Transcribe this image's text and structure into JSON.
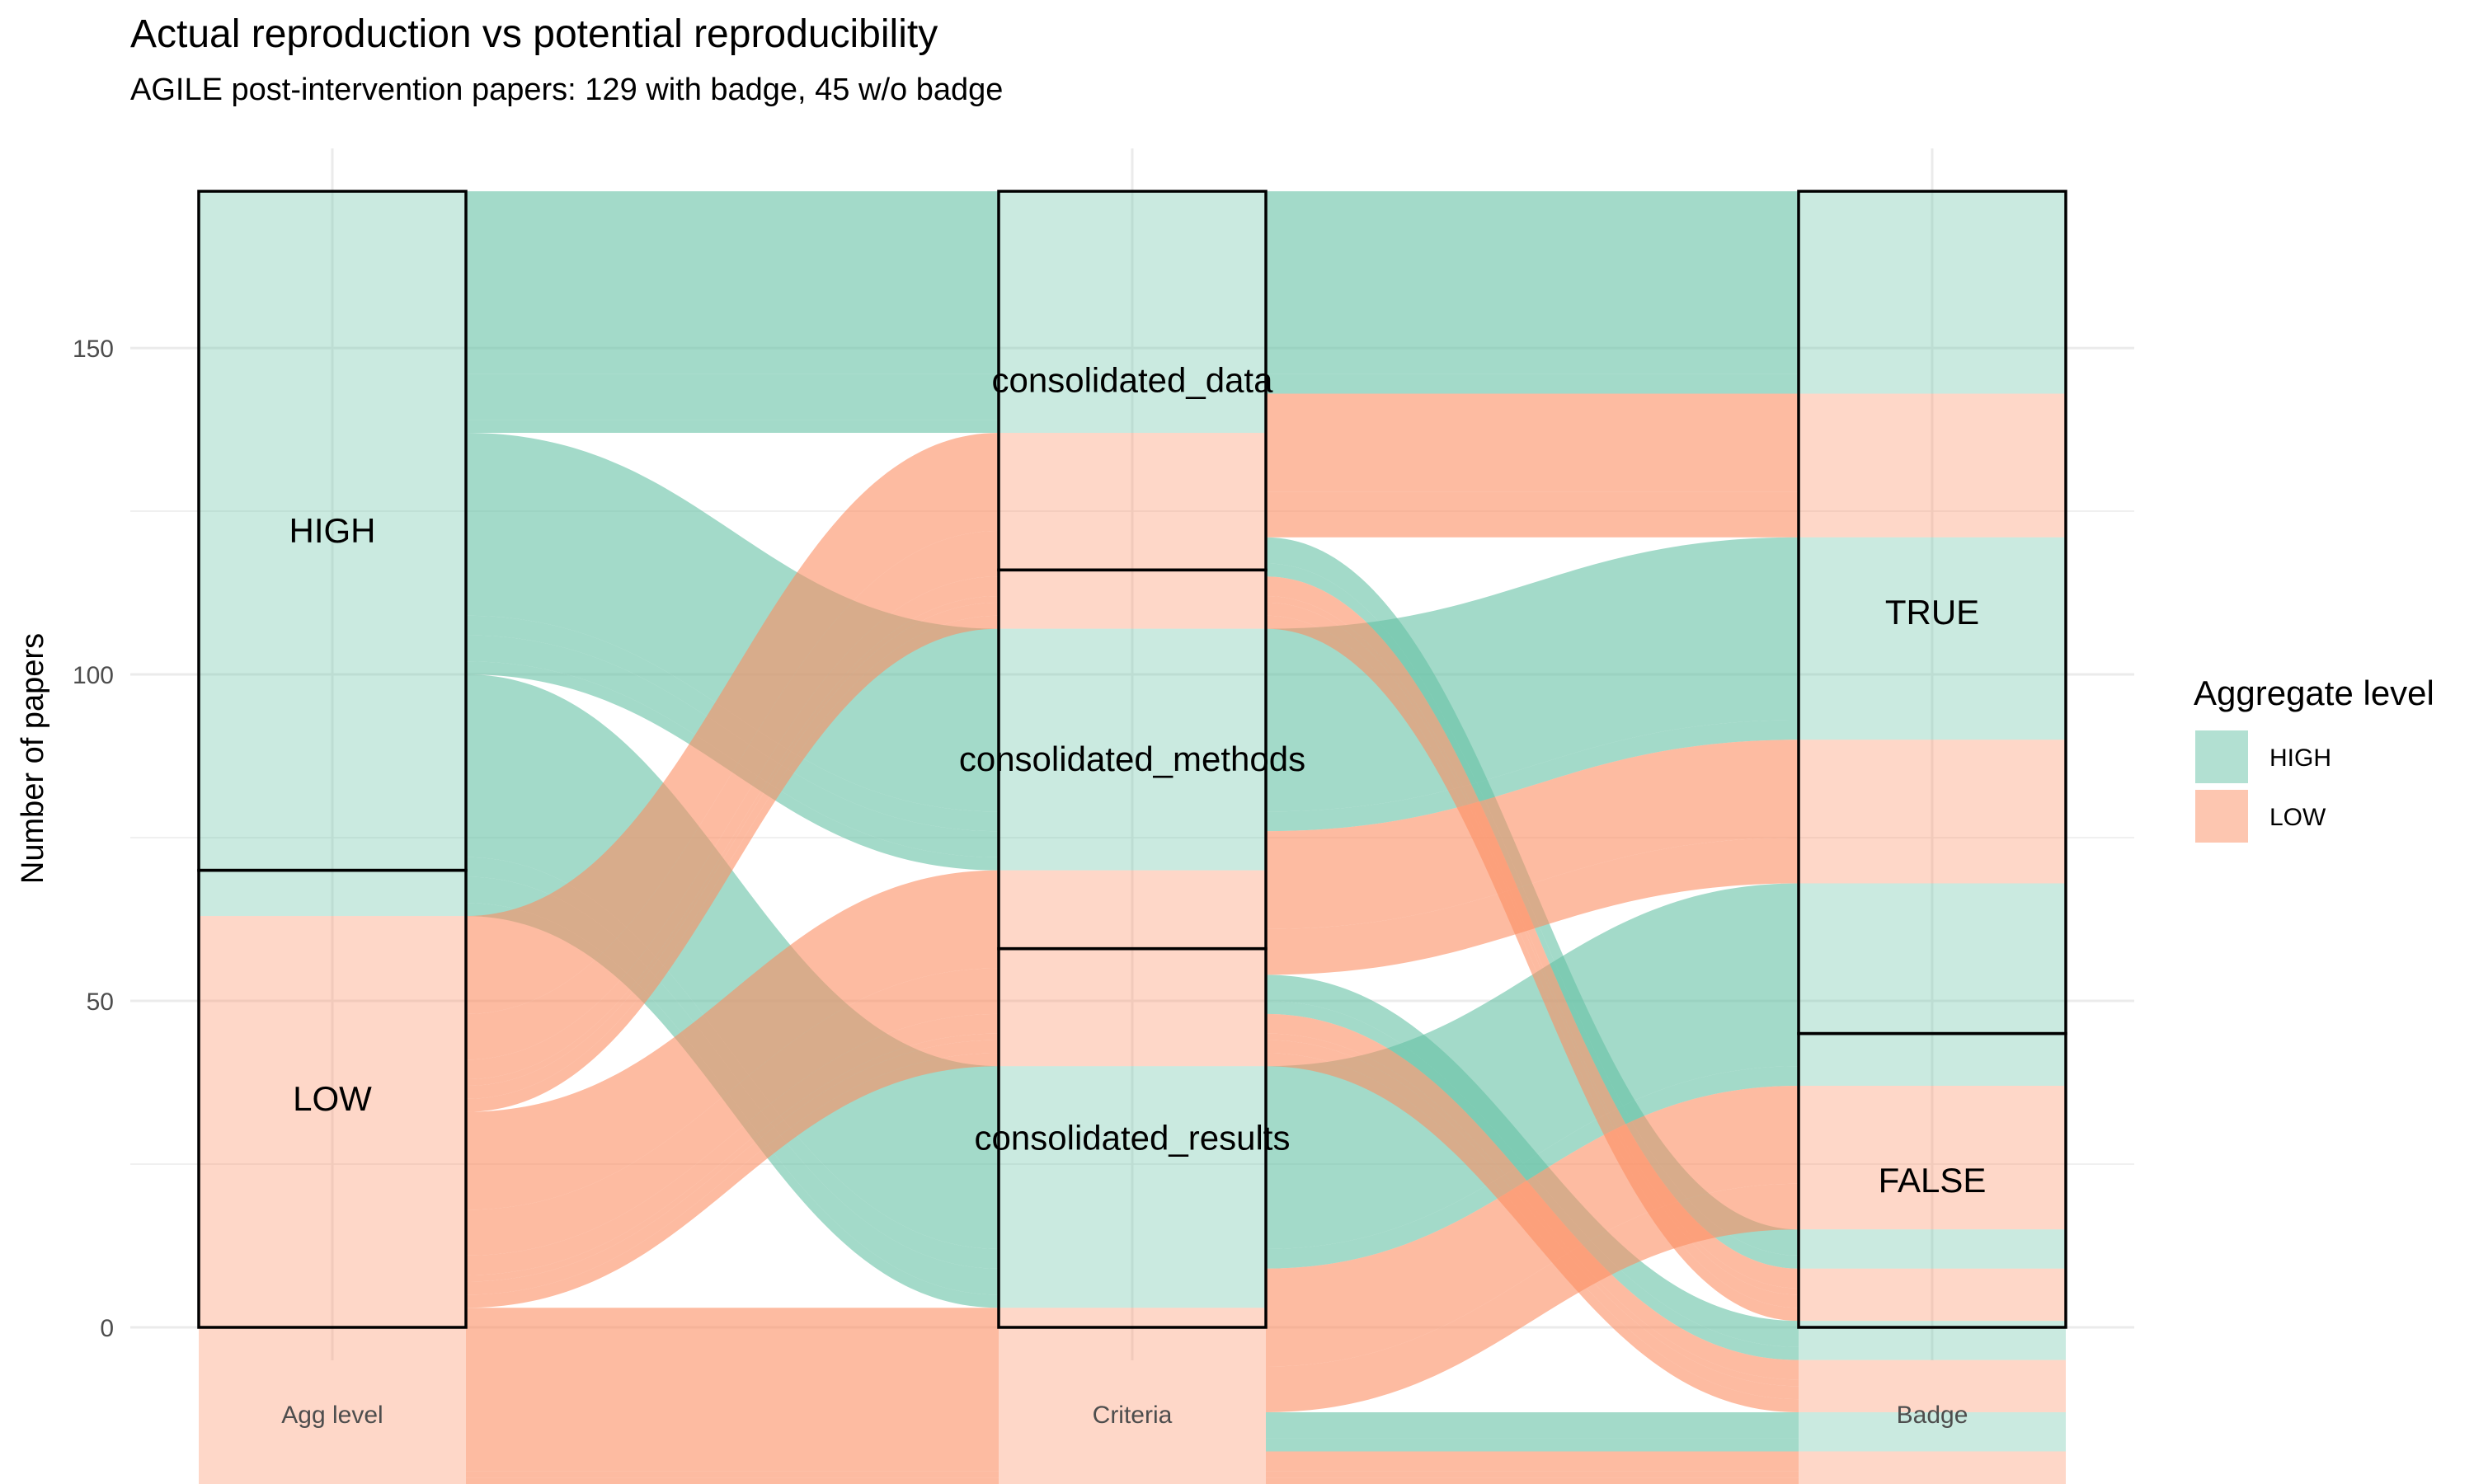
{
  "chart_data": {
    "type": "alluvial",
    "title": "Actual reproduction vs potential reproducibility",
    "subtitle": "AGILE post-intervention papers: 129 with badge, 45 w/o badge",
    "ylabel": "Number of papers",
    "ylim": [
      0,
      174
    ],
    "y_ticks": [
      0,
      50,
      100,
      150
    ],
    "grid": true,
    "legend": {
      "title": "Aggregate level",
      "placement": "right",
      "entries": [
        {
          "key": "HIGH",
          "label": "HIGH",
          "color": "#66c2a5"
        },
        {
          "key": "LOW",
          "label": "LOW",
          "color": "#fc8d62"
        }
      ]
    },
    "axes": [
      {
        "label": "Agg level",
        "strata": [
          {
            "label": "HIGH",
            "value": 104
          },
          {
            "label": "LOW",
            "value": 70
          }
        ]
      },
      {
        "label": "Criteria",
        "strata": [
          {
            "label": "consolidated_data",
            "value": 58
          },
          {
            "label": "consolidated_methods",
            "value": 58
          },
          {
            "label": "consolidated_results",
            "value": 58
          }
        ]
      },
      {
        "label": "Badge",
        "strata": [
          {
            "label": "TRUE",
            "value": 129
          },
          {
            "label": "FALSE",
            "value": 45
          }
        ]
      }
    ],
    "flows": [
      {
        "agg": "HIGH",
        "data": 28,
        "methods": 28,
        "results": 28,
        "badge": "TRUE"
      },
      {
        "agg": "HIGH",
        "data": 3,
        "methods": 3,
        "results": 3,
        "badge": "TRUE"
      },
      {
        "agg": "HIGH",
        "data": 4,
        "methods": 4,
        "results": 4,
        "badge": "FALSE"
      },
      {
        "agg": "HIGH",
        "data": 2,
        "methods": 2,
        "results": 2,
        "badge": "FALSE"
      },
      {
        "agg": "LOW",
        "data": 15,
        "methods": 15,
        "results": 15,
        "badge": "TRUE"
      },
      {
        "agg": "LOW",
        "data": 7,
        "methods": 7,
        "results": 7,
        "badge": "TRUE"
      },
      {
        "agg": "LOW",
        "data": 3,
        "methods": 3,
        "results": 3,
        "badge": "FALSE"
      },
      {
        "agg": "LOW",
        "data": 1,
        "methods": 1,
        "results": 1,
        "badge": "FALSE"
      },
      {
        "agg": "LOW",
        "data": 2,
        "methods": 2,
        "results": 2,
        "badge": "FALSE"
      },
      {
        "agg": "LOW",
        "data": 2,
        "methods": 2,
        "results": 2,
        "badge": "FALSE"
      }
    ]
  }
}
